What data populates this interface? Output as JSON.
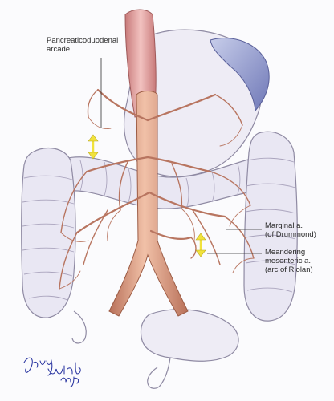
{
  "labels": {
    "pancreaticoduodenal": {
      "line1": "Pancreaticoduodenal",
      "line2": "arcade"
    },
    "marginal": {
      "line1": "Marginal a.",
      "line2": "(of Drummond)"
    },
    "meandering": {
      "line1": "Meandering",
      "line2": "mesenteric a.",
      "line3": "(arc of Riolan)"
    }
  },
  "signature": {
    "text": "Jerry Wind MD"
  },
  "colors": {
    "artery": "#c98a6c",
    "artery_dark": "#9c5c45",
    "bowel": "#e9e7f3",
    "bowel_outline": "#8f8aa3",
    "esophagus": "#d89a9a",
    "spleen": "#8a93c7",
    "arrow": "#f1e23c",
    "label_line": "#333333"
  }
}
